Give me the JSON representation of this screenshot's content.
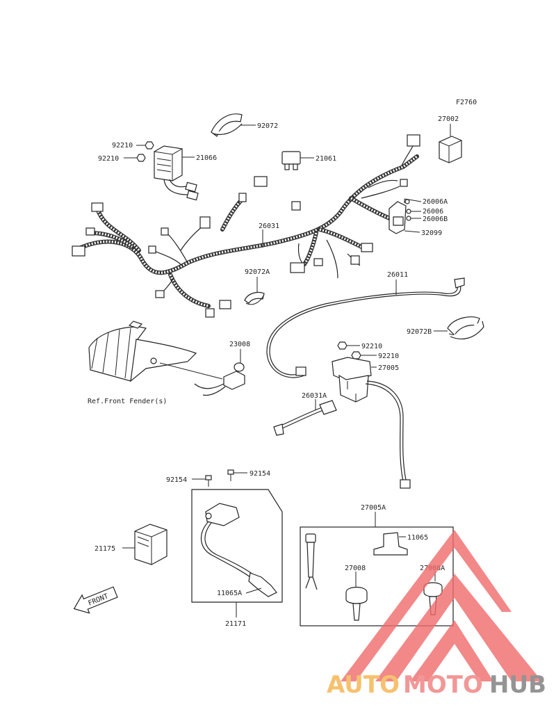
{
  "figure_code": "F2760",
  "labels": {
    "p92072": "92072",
    "p92210a": "92210",
    "p92210b": "92210",
    "p21066": "21066",
    "p21061": "21061",
    "p27002": "27002",
    "p26006A": "26006A",
    "p26006": "26006",
    "p26006B": "26006B",
    "p32099": "32099",
    "p26031": "26031",
    "p92072A": "92072A",
    "p26011": "26011",
    "p92072B": "92072B",
    "p23008": "23008",
    "ref_fender": "Ref.Front Fender(s)",
    "p92210c": "92210",
    "p92210d": "92210",
    "p27005": "27005",
    "p26031A": "26031A",
    "p92154a": "92154",
    "p92154b": "92154",
    "p21175": "21175",
    "p11065A": "11065A",
    "p21171": "21171",
    "p27005A": "27005A",
    "p11065": "11065",
    "p27008": "27008",
    "p27008A": "27008A"
  },
  "front_arrow": "FRONT",
  "watermark": {
    "part1": "AUTO",
    "part2": "MOTO",
    "part3": "HUB",
    "color1": "#f5b24a",
    "color2": "#f07e7e",
    "color3": "#7a7a7a"
  }
}
